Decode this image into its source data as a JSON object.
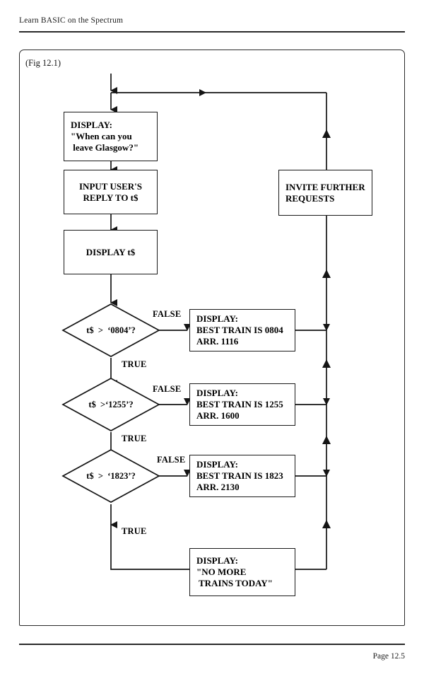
{
  "page": {
    "running_head": "Learn BASIC on the Spectrum",
    "folio": "Page 12.5",
    "figure_caption": "(Fig 12.1)"
  },
  "chart_data": {
    "type": "diagram",
    "title": "(Fig 12.1)",
    "diagram_kind": "flowchart",
    "nodes": [
      {
        "id": "display-prompt",
        "shape": "process",
        "lines": [
          "DISPLAY:",
          "\"When can you",
          " leave Glasgow?\""
        ]
      },
      {
        "id": "input-reply",
        "shape": "process",
        "lines": [
          "INPUT USER'S",
          "REPLY TO t$"
        ]
      },
      {
        "id": "display-ts",
        "shape": "process",
        "lines": [
          "DISPLAY t$"
        ]
      },
      {
        "id": "decision-0804",
        "shape": "decision",
        "lines": [
          "t$  >  \"0804\"?"
        ]
      },
      {
        "id": "decision-1255",
        "shape": "decision",
        "lines": [
          "t$  >\"1255\"?"
        ]
      },
      {
        "id": "decision-1823",
        "shape": "decision",
        "lines": [
          "t$  >  \"1823\"?"
        ]
      },
      {
        "id": "train-0804",
        "shape": "process",
        "lines": [
          "DISPLAY:",
          "BEST TRAIN IS 0804",
          "ARR. 1116"
        ]
      },
      {
        "id": "train-1255",
        "shape": "process",
        "lines": [
          "DISPLAY:",
          "BEST TRAIN IS 1255",
          "ARR. 1600"
        ]
      },
      {
        "id": "train-1823",
        "shape": "process",
        "lines": [
          "DISPLAY:",
          "BEST TRAIN IS 1823",
          "ARR. 2130"
        ]
      },
      {
        "id": "no-more-trains",
        "shape": "process",
        "lines": [
          "DISPLAY:",
          "\"NO MORE",
          " TRAINS TODAY\""
        ]
      },
      {
        "id": "invite-further",
        "shape": "process",
        "lines": [
          "INVITE FURTHER",
          "REQUESTS"
        ]
      }
    ],
    "edge_labels": [
      {
        "id": "false-0804",
        "text": "FALSE"
      },
      {
        "id": "true-0804",
        "text": "TRUE"
      },
      {
        "id": "false-1255",
        "text": "FALSE"
      },
      {
        "id": "true-1255",
        "text": "TRUE"
      },
      {
        "id": "false-1823",
        "text": "FALSE"
      },
      {
        "id": "true-1823",
        "text": "TRUE"
      }
    ],
    "edges": [
      {
        "from": "entry",
        "to": "display-prompt"
      },
      {
        "from": "display-prompt",
        "to": "input-reply"
      },
      {
        "from": "input-reply",
        "to": "display-ts"
      },
      {
        "from": "display-ts",
        "to": "decision-0804"
      },
      {
        "from": "decision-0804",
        "to": "train-0804",
        "label": "FALSE"
      },
      {
        "from": "decision-0804",
        "to": "decision-1255",
        "label": "TRUE"
      },
      {
        "from": "decision-1255",
        "to": "train-1255",
        "label": "FALSE"
      },
      {
        "from": "decision-1255",
        "to": "decision-1823",
        "label": "TRUE"
      },
      {
        "from": "decision-1823",
        "to": "train-1823",
        "label": "FALSE"
      },
      {
        "from": "decision-1823",
        "to": "no-more-trains",
        "label": "TRUE"
      },
      {
        "from": "train-0804",
        "to": "return-bus"
      },
      {
        "from": "train-1255",
        "to": "return-bus"
      },
      {
        "from": "train-1823",
        "to": "return-bus"
      },
      {
        "from": "no-more-trains",
        "to": "return-bus"
      },
      {
        "from": "return-bus",
        "to": "invite-further"
      },
      {
        "from": "invite-further",
        "to": "display-prompt"
      }
    ],
    "colors": {
      "stroke": "#1a1a1a",
      "fill": "#ffffff",
      "text": "#000000"
    }
  },
  "nodes": {
    "display_prompt": {
      "l1": "DISPLAY:",
      "l2": "\"When can you",
      "l3": " leave Glasgow?\""
    },
    "input_reply": {
      "l1": "INPUT USER'S",
      "l2": "REPLY TO t$"
    },
    "display_ts": {
      "l1": "DISPLAY t$"
    },
    "decision_0804": {
      "text": "t$  >  ‘0804’?"
    },
    "decision_1255": {
      "text": "t$  >‘1255’?"
    },
    "decision_1823": {
      "text": "t$  >  ‘1823’?"
    },
    "train_0804": {
      "l1": "DISPLAY:",
      "l2": "BEST TRAIN IS 0804",
      "l3": "ARR. 1116"
    },
    "train_1255": {
      "l1": "DISPLAY:",
      "l2": "BEST TRAIN IS 1255",
      "l3": "ARR. 1600"
    },
    "train_1823": {
      "l1": "DISPLAY:",
      "l2": "BEST TRAIN IS 1823",
      "l3": "ARR. 2130"
    },
    "no_more_trains": {
      "l1": "DISPLAY:",
      "l2": "\"NO MORE",
      "l3": " TRAINS TODAY\""
    },
    "invite_further": {
      "l1": "INVITE FURTHER",
      "l2": "REQUESTS"
    }
  },
  "labels": {
    "false_0804": "FALSE",
    "true_0804": "TRUE",
    "false_1255": "FALSE",
    "true_1255": "TRUE",
    "false_1823": "FALSE",
    "true_1823": "TRUE"
  }
}
